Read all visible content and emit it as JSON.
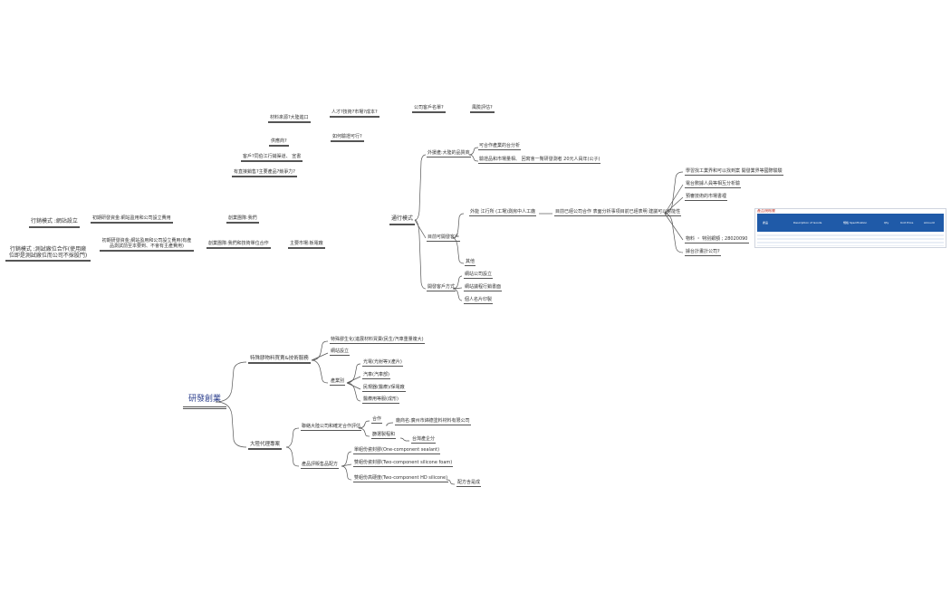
{
  "root": "研發創業",
  "top_left": {
    "questions": [
      "材料來源?大陸進口",
      "人才?技術?市場?成本?",
      "公司客戶名單?",
      "風險評估?",
      "如何驗證可行?",
      "供應商?",
      "客戶?同伯江行銷渠道、 宣書",
      "有直接銷售?主要產品?競爭力?"
    ],
    "left_notes": [
      "行銷模式 :網站設立",
      "行銷模式 :測試廠位合作(使用廠位即是測試廠位而公司不採股門)"
    ],
    "funding": [
      "初期研發資金:網站盈用和公司設立費用",
      "初期研發資金:網站盈用和公司設立費用(有產品測試前至本要到、不會有主產費用)"
    ],
    "center": [
      "創業團隊:我們",
      "創業團隊:我們和技術單位合作",
      "主要市場:板電廠"
    ]
  },
  "marketing": {
    "label": "通行模式",
    "branches": [
      "外援產:大陸的品質商",
      "目前可開發客戶",
      "開發客戶方式"
    ],
    "sub_a": [
      "可合作產業的台分析",
      "驗證品和市場量相、 回寫會一幫研發測者 20元人員年(公子)"
    ],
    "sub_b": [
      "外能 江行所 (工場)測房中人工廠",
      "目前已經公司合作 表面分析事項目前已經表明 建議可以可能性",
      "其他"
    ],
    "right": [
      "學習找工業界和可以找到案 開發業界等國際驗驗",
      "電台數據人員等相互分析驗",
      "預審技術的市場書裡",
      "物料 ・ 特別銀額 ; 28020090",
      "據台計畫計公司?"
    ],
    "sub_c": [
      "網站公司設立",
      "網站議程行銷書面",
      "個人名片印製"
    ]
  },
  "rd": {
    "branches": [
      "特殊膠物料買賣&技術服務",
      "大陸代理專案"
    ],
    "a_items": [
      "特殊膠生化(進展材料買賣(民生/汽車重量複大)",
      "網站設立",
      "產業別"
    ],
    "a_sub": [
      "光電(光射等)(產片)",
      "汽車(汽車部)",
      "民規器(醫療)/保電廠",
      "醫療用等服(成形)"
    ],
    "b_items": [
      "聯絡大陸公司和確定合作評估",
      "產品評販售品配方"
    ],
    "b_sub1": [
      "合作",
      "篩選製程和",
      "廠商名:廣州市綿德塗料材料有限公司",
      "台灣產企分"
    ],
    "b_sub2": [
      "單組份瓷封膠(One-component sealant)",
      "雙組份瓷封膠(Two-component silicone foam)",
      "雙組份高硬度(Two-component HD silicone)",
      "配方含是成"
    ]
  },
  "thumbnail": {
    "title": "產品規格書",
    "cols": [
      "產品",
      "Description of Goods",
      "規格 Specification",
      "Qty",
      "Unit Price",
      "Amount"
    ]
  },
  "colors": {
    "root": "#2b3e8c",
    "line": "#555555",
    "thumb_header": "#1f5aa8"
  }
}
